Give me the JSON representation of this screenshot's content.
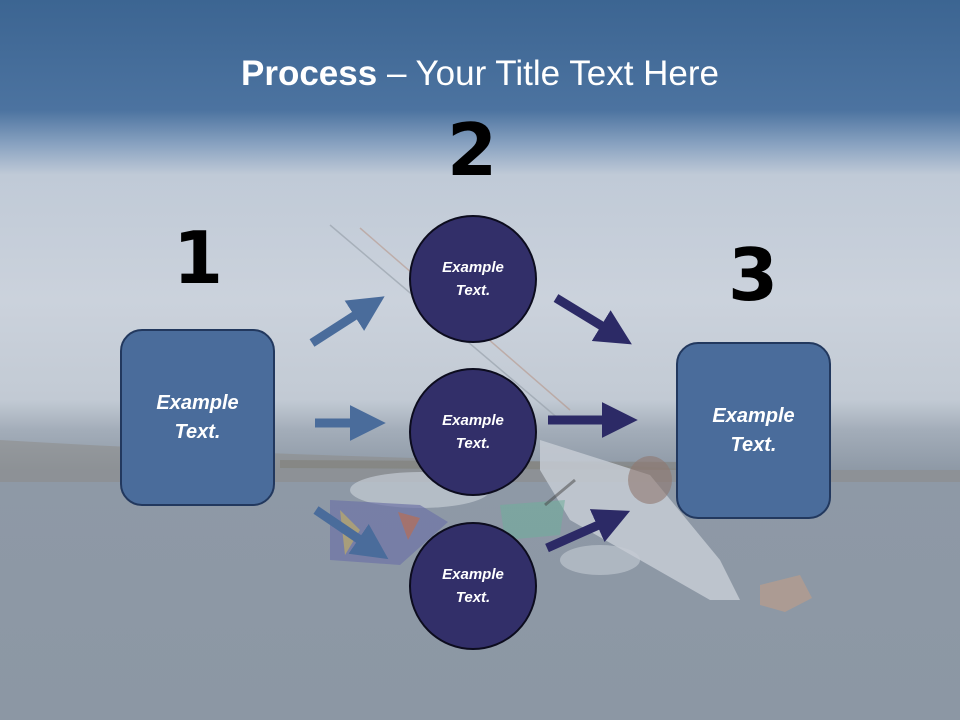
{
  "slide": {
    "title_bold": "Process",
    "title_rest": " – Your Title Text Here",
    "steps": [
      {
        "number": "1",
        "label_line1": "Example",
        "label_line2": "Text."
      },
      {
        "number": "2",
        "circles": [
          {
            "label_line1": "Example",
            "label_line2": "Text."
          },
          {
            "label_line1": "Example",
            "label_line2": "Text."
          },
          {
            "label_line1": "Example",
            "label_line2": "Text."
          }
        ]
      },
      {
        "number": "3",
        "label_line1": "Example",
        "label_line2": "Text."
      }
    ]
  },
  "colors": {
    "box_fill": "#4a6c9b",
    "circle_fill": "#322f69",
    "arrow_light": "#4a6c9b",
    "arrow_dark": "#2c2a66",
    "title_text": "#ffffff"
  }
}
